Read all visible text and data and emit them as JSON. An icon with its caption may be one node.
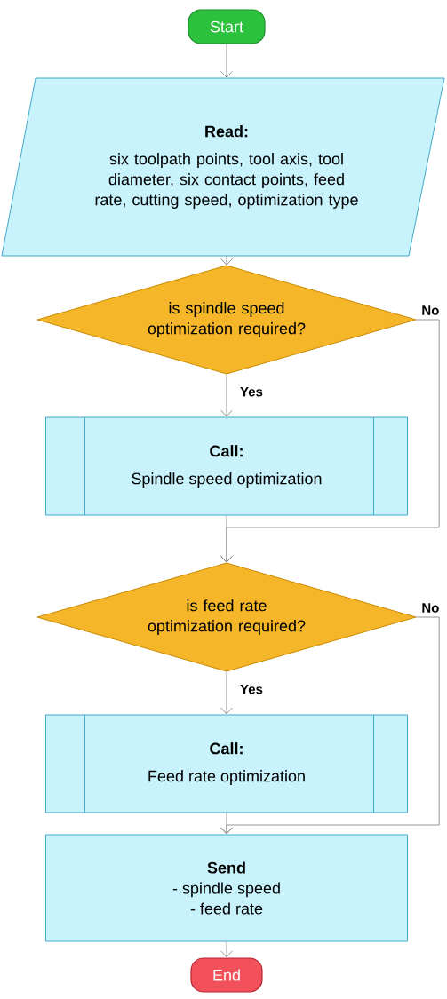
{
  "diagram": {
    "nodes": [
      {
        "text": [
          "Start"
        ]
      },
      {
        "text": [
          "Read:",
          "six toolpath points, tool axis, tool diameter, six contact points, feed rate, cutting speed, optimization type"
        ]
      },
      {
        "text": [
          "is spindle speed optimization required?"
        ]
      },
      {
        "text": [
          "Call:",
          "Spindle speed optimization"
        ]
      },
      {
        "text": [
          "is feed rate optimization required?"
        ]
      },
      {
        "text": [
          "Call:",
          "Feed rate optimization"
        ]
      },
      {
        "text": [
          "Send",
          "- spindle speed",
          "- feed rate"
        ]
      },
      {
        "text": [
          "End"
        ]
      }
    ],
    "edges": [
      {
        "from": 0,
        "to": 1,
        "arrow": "to"
      },
      {
        "from": 1,
        "to": 2,
        "arrow": "to"
      },
      {
        "from": 2,
        "to": 3,
        "arrow": "to",
        "label": "Yes"
      },
      {
        "from": 2,
        "to": 4,
        "arrow": "to",
        "label": "No"
      },
      {
        "from": 3,
        "to": 4,
        "arrow": "to"
      },
      {
        "from": 4,
        "to": 5,
        "arrow": "to",
        "label": "Yes"
      },
      {
        "from": 4,
        "to": 6,
        "arrow": "to",
        "label": "No"
      },
      {
        "from": 5,
        "to": 6,
        "arrow": "to"
      },
      {
        "from": 6,
        "to": 7,
        "arrow": "to"
      }
    ]
  }
}
